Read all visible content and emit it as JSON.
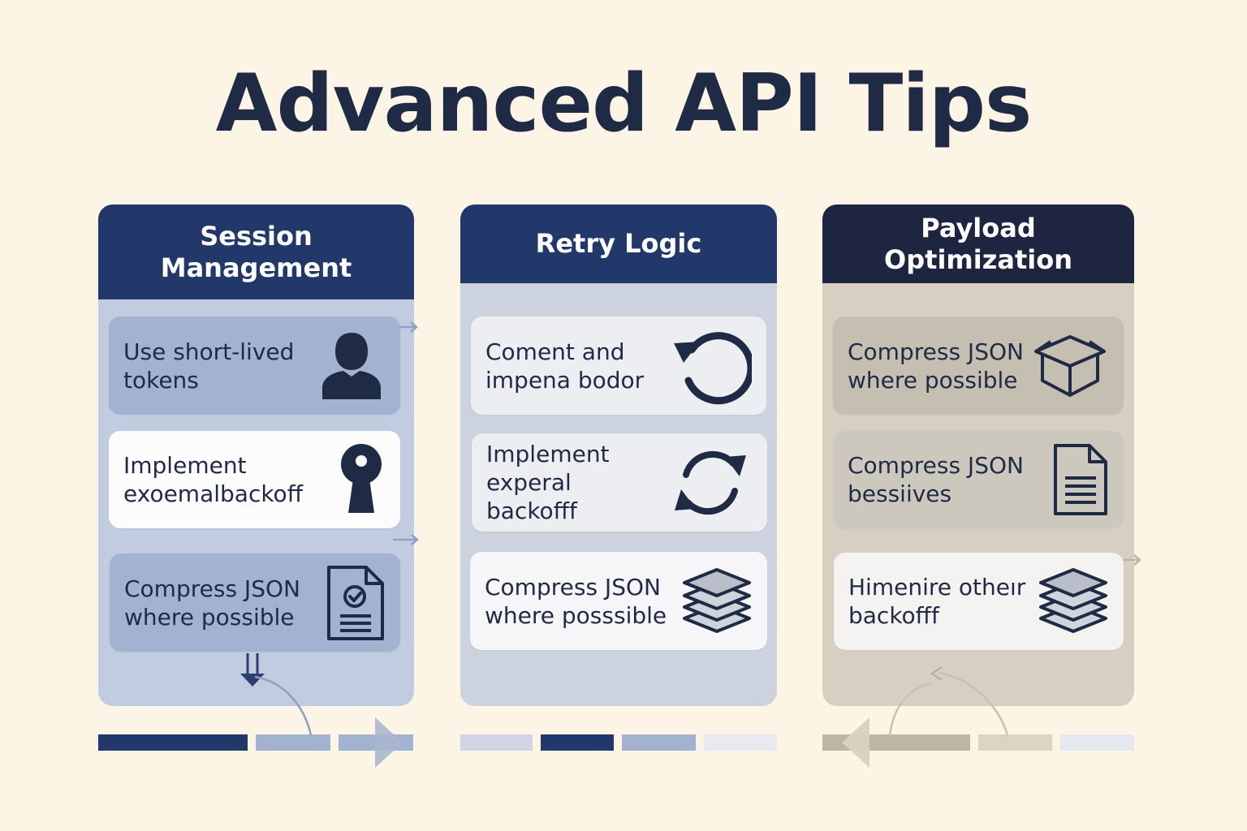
{
  "title": "Advanced API Tips",
  "columns": [
    {
      "heading": "Session\nManagement",
      "cards": [
        {
          "text": "Use short-lived\ntokens",
          "icon": "user-icon"
        },
        {
          "text": "Implement\nexoemalbackoff",
          "icon": "keyhole-icon"
        },
        {
          "text": "Compress JSON\nwhere possible",
          "icon": "document-check-icon"
        }
      ]
    },
    {
      "heading": "Retry Logic",
      "cards": [
        {
          "text": "Coment and\nimpena bodor",
          "icon": "retry-icon"
        },
        {
          "text": "Implement\nexperal backofff",
          "icon": "refresh-icon"
        },
        {
          "text": "Compress JSON\nwhere posssible",
          "icon": "layers-icon"
        }
      ]
    },
    {
      "heading": "Payload Optimization",
      "cards": [
        {
          "text": "Compress JSON\nwhere possible",
          "icon": "box-icon"
        },
        {
          "text": "Compress JSON\nbessiives",
          "icon": "document-icon"
        },
        {
          "text": "Himenire otheır\nbackofff",
          "icon": "layers-icon"
        }
      ]
    }
  ],
  "colors": {
    "background": "#fcf5e6",
    "navy": "#23386a",
    "dark_navy": "#1d2540",
    "text": "#1f2a44"
  }
}
